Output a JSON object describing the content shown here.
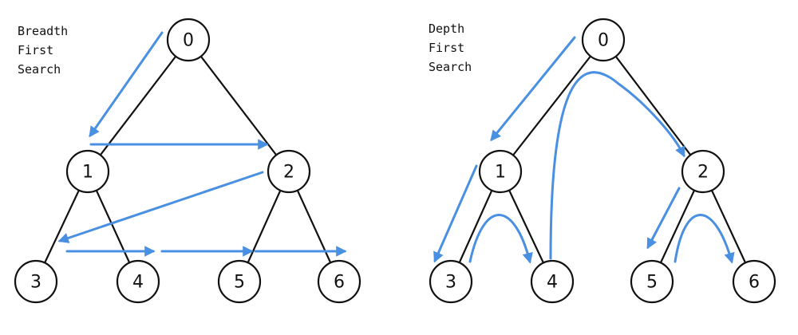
{
  "diagrams": [
    {
      "id": "bfs",
      "title_lines": [
        "Breadth",
        "First",
        "Search"
      ],
      "nodes": [
        "0",
        "1",
        "2",
        "3",
        "4",
        "5",
        "6"
      ],
      "edges": [
        [
          "0",
          "1"
        ],
        [
          "0",
          "2"
        ],
        [
          "1",
          "3"
        ],
        [
          "1",
          "4"
        ],
        [
          "2",
          "5"
        ],
        [
          "2",
          "6"
        ]
      ],
      "traversal": [
        "0",
        "1",
        "2",
        "3",
        "4",
        "5",
        "6"
      ]
    },
    {
      "id": "dfs",
      "title_lines": [
        "Depth",
        "First",
        "Search"
      ],
      "nodes": [
        "0",
        "1",
        "2",
        "3",
        "4",
        "5",
        "6"
      ],
      "edges": [
        [
          "0",
          "1"
        ],
        [
          "0",
          "2"
        ],
        [
          "1",
          "3"
        ],
        [
          "1",
          "4"
        ],
        [
          "2",
          "5"
        ],
        [
          "2",
          "6"
        ]
      ],
      "traversal": [
        "0",
        "1",
        "3",
        "4",
        "2",
        "5",
        "6"
      ]
    }
  ],
  "colors": {
    "arrow": "#4a90e2",
    "edge": "#111111",
    "node_fill": "#ffffff"
  }
}
